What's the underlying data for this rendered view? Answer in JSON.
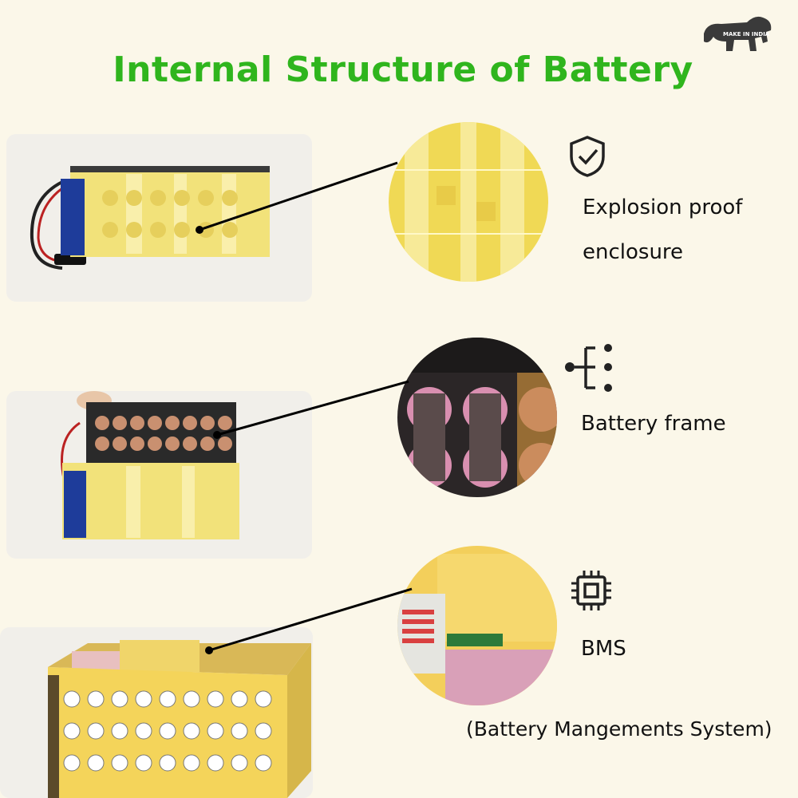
{
  "title": "Internal Structure of Battery",
  "logo_text": "MAKE IN INDIA",
  "features": [
    {
      "label_line1": "Explosion proof",
      "label_line2": "enclosure",
      "icon": "shield-check-icon"
    },
    {
      "label": "Battery frame",
      "icon": "branch-nodes-icon"
    },
    {
      "label": "BMS",
      "sublabel": "(Battery Mangements System)",
      "icon": "chip-icon"
    }
  ],
  "colors": {
    "title": "#2fb51d",
    "background": "#fbf7e9",
    "wrap_yellow": "#f2e27a",
    "cell_pink": "#d98fb0"
  }
}
